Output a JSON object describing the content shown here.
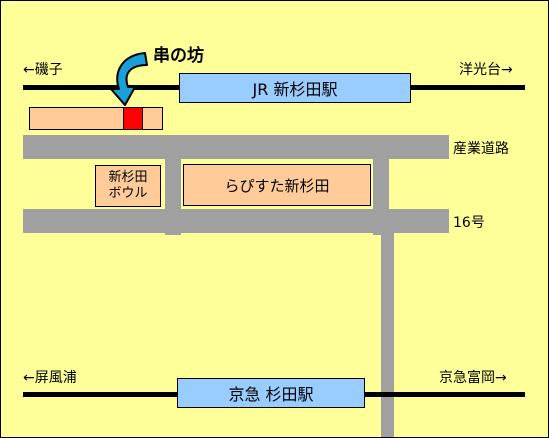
{
  "labels": {
    "west_top": "磯子",
    "east_top": "洋光台",
    "west_bottom": "屏風浦",
    "east_bottom": "京急富岡",
    "road_main": "産業道路",
    "road_16": "16号",
    "shop": "串の坊"
  },
  "stations": {
    "jr": "JR 新杉田駅",
    "keikyu": "京急 杉田駅"
  },
  "buildings": {
    "bowling_line1": "新杉田",
    "bowling_line2": "ボウル",
    "lapis": "らぴすた新杉田"
  },
  "colors": {
    "background": "#ffff99",
    "station": "#99ccff",
    "building": "#ffcc99",
    "road": "#a0a0a0",
    "marker": "#ff0000",
    "pointer_arrow": "#1aa0d8"
  },
  "icons": {
    "pointer": "curved-arrow-icon"
  }
}
